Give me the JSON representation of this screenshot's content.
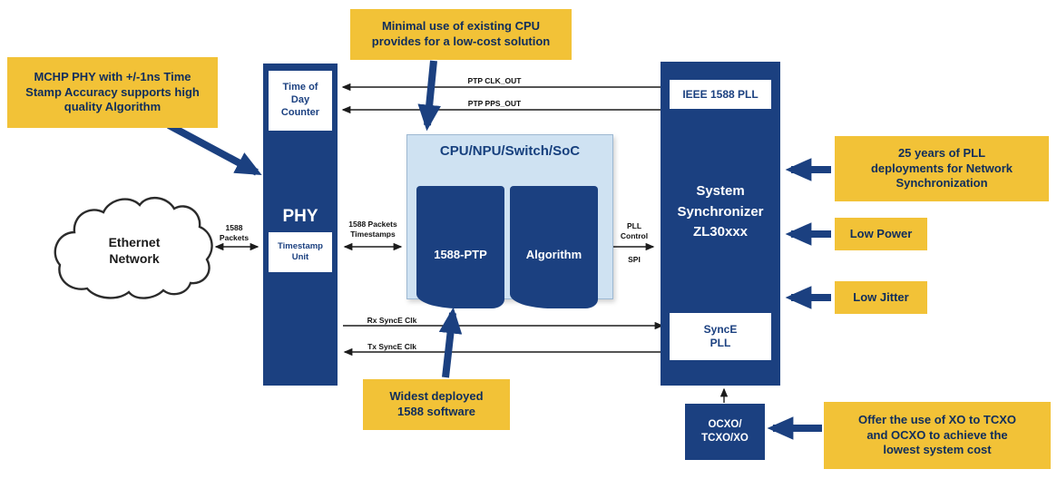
{
  "colors": {
    "navy": "#1b4080",
    "yellow": "#f2c237",
    "light_blue": "#cfe2f2"
  },
  "cloud": {
    "label": "Ethernet\nNetwork"
  },
  "blocks": {
    "phy": {
      "title": "PHY",
      "tod_counter": "Time of\nDay\nCounter",
      "timestamp_unit": "Timestamp\nUnit"
    },
    "cpu": {
      "title": "CPU/NPU/Switch/SoC",
      "ptp": "1588-PTP",
      "algorithm": "Algorithm"
    },
    "synchronizer": {
      "title": "System\nSynchronizer\nZL30xxx",
      "ieee_pll": "IEEE 1588 PLL",
      "synce_pll": "SyncE\nPLL"
    },
    "oscillator": {
      "label": "OCXO/\nTCXO/XO"
    }
  },
  "signals": {
    "ptp_clk_out": "PTP CLK_OUT",
    "ptp_pps_out": "PTP PPS_OUT",
    "packets": "1588\nPackets",
    "packets_timestamps": "1588 Packets\nTimestamps",
    "pll_control": "PLL\nControl",
    "spi": "SPI",
    "rx_synce": "Rx SyncE Clk",
    "tx_synce": "Tx SyncE Clk"
  },
  "callouts": {
    "mchp_phy": "MCHP PHY with +/-1ns Time\nStamp Accuracy supports high\nquality Algorithm",
    "cpu_use": "Minimal use of existing CPU\nprovides for a low-cost solution",
    "pll_deployments": "25 years of PLL\ndeployments for Network\nSynchronization",
    "low_power": "Low Power",
    "low_jitter": "Low Jitter",
    "widest_1588": "Widest deployed\n1588 software",
    "xo_cost": "Offer the use of XO to TCXO\nand OCXO to achieve the\nlowest system cost"
  }
}
